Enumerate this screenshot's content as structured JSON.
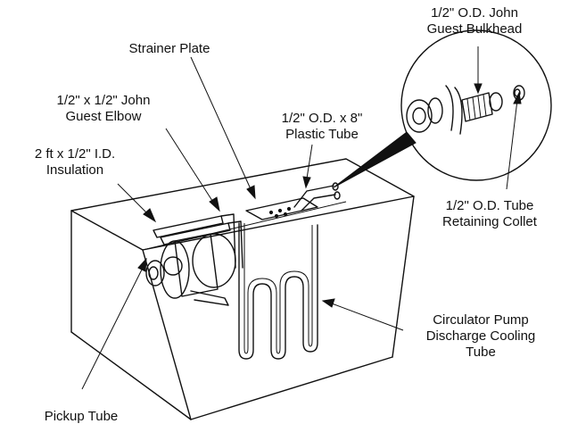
{
  "labels": {
    "bulkhead": [
      "1/2\" O.D. John",
      "Guest Bulkhead"
    ],
    "strainer": [
      "Strainer Plate"
    ],
    "elbow": [
      "1/2\" x 1/2\" John",
      "Guest Elbow"
    ],
    "plastic_tube": [
      "1/2\" O.D. x 8\"",
      "Plastic Tube"
    ],
    "insulation": [
      "2 ft x 1/2\" I.D.",
      "Insulation"
    ],
    "collet": [
      "1/2\" O.D. Tube",
      "Retaining Collet"
    ],
    "cooling_tube": [
      "Circulator Pump",
      "Discharge Cooling",
      "Tube"
    ],
    "pickup": [
      "Pickup Tube"
    ]
  },
  "colors": {
    "ink": "#111111",
    "background": "#ffffff"
  }
}
